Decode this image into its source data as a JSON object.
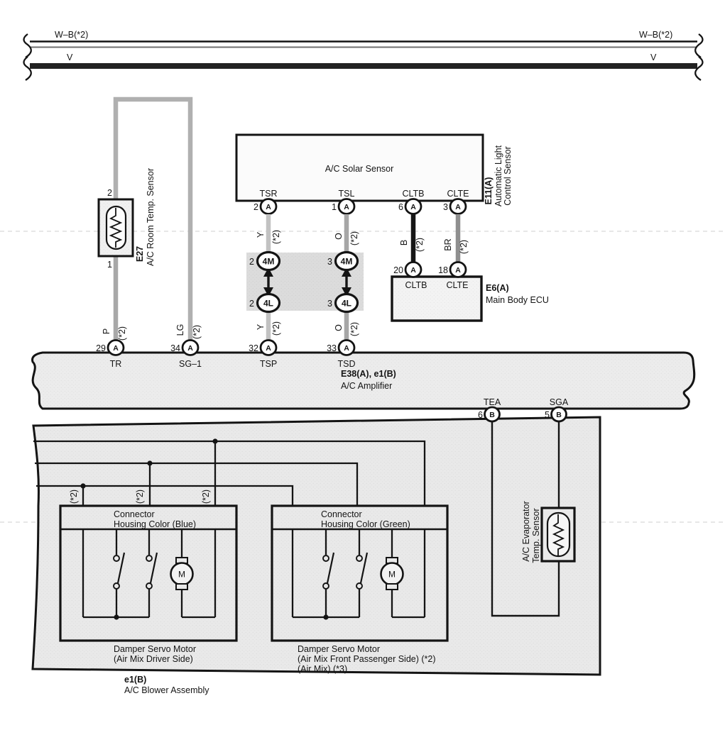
{
  "colors": {
    "line": "#141414",
    "panel_fill": "#ececec",
    "shade_fill": "#dcdcdc",
    "wire_loop_gray": "#b0b0b0",
    "wire_p": "#a8a8a8",
    "wire_lg": "#9b9b9b",
    "wire_y": "#c2c2c2",
    "wire_o": "#a6a6a6",
    "wire_b": "#161616",
    "wire_br": "#8f8f8f"
  },
  "bus": {
    "wb_left": "W–B(*2)",
    "wb_right": "W–B(*2)",
    "v_left": "V",
    "v_right": "V"
  },
  "room_temp_sensor": {
    "id": "E27",
    "name": "A/C Room Temp. Sensor",
    "pin_top": "2",
    "pin_bottom": "1"
  },
  "wire_labels": {
    "p": "P",
    "p_note": "(*2)",
    "lg": "LG",
    "lg_note": "(*2)",
    "y_upper": "Y",
    "y_upper_note": "(*2)",
    "o_upper": "O",
    "o_upper_note": "(*2)",
    "y_lower": "Y",
    "y_lower_note": "(*2)",
    "o_lower": "O",
    "o_lower_note": "(*2)",
    "b": "B",
    "b_note": "(*2)",
    "br": "BR",
    "br_note": "(*2)"
  },
  "solar": {
    "title": "A/C Solar Sensor",
    "id": "E11(A)",
    "desc1": "Automatic Light",
    "desc2": "Control Sensor",
    "tsr": "TSR",
    "tsr_pin": "2",
    "tsl": "TSL",
    "tsl_pin": "1",
    "cltb": "CLTB",
    "cltb_pin": "6",
    "clte": "CLTE",
    "clte_pin": "3",
    "conn": "A"
  },
  "relay_connectors": {
    "top": "4M",
    "bottom": "4L",
    "left_pin": "2",
    "right_pin": "3"
  },
  "ecu": {
    "id": "E6(A)",
    "name": "Main Body ECU",
    "cltb": "CLTB",
    "cltb_pin": "20",
    "clte": "CLTE",
    "clte_pin": "18",
    "conn": "A"
  },
  "amplifier": {
    "id": "E38(A), e1(B)",
    "name": "A/C Amplifier",
    "tr": "TR",
    "tr_pin": "29",
    "sg1": "SG–1",
    "sg1_pin": "34",
    "tsp": "TSP",
    "tsp_pin": "32",
    "tsd": "TSD",
    "tsd_pin": "33",
    "conn_top": "A",
    "tea": "TEA",
    "tea_pin": "6",
    "sga": "SGA",
    "sga_pin": "5",
    "conn_bottom": "B"
  },
  "blower": {
    "id": "e1(B)",
    "name": "A/C Blower Assembly",
    "branch_note": "(*2)",
    "servo_blue": {
      "header1": "Connector",
      "header2": "Housing Color (Blue)",
      "motor": "M",
      "caption1": "Damper Servo Motor",
      "caption2": "(Air Mix Driver Side)"
    },
    "servo_green": {
      "header1": "Connector",
      "header2": "Housing Color (Green)",
      "motor": "M",
      "caption1": "Damper Servo Motor",
      "caption2": "(Air Mix Front Passenger Side) (*2)",
      "caption3": "(Air Mix) (*3)"
    },
    "evap": {
      "desc1": "A/C Evaporator",
      "desc2": "Temp. Sensor"
    }
  }
}
